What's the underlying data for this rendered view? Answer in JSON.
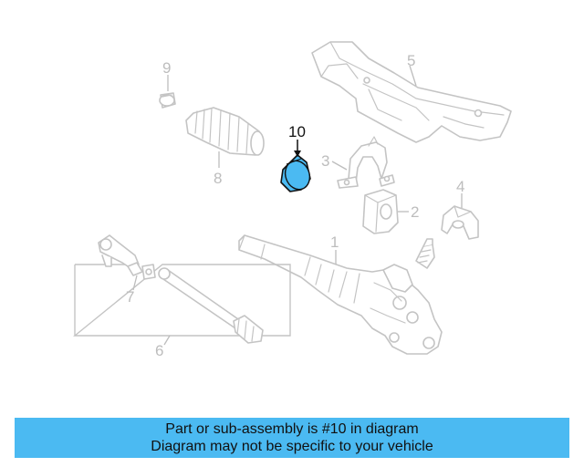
{
  "callouts": {
    "c1": "1",
    "c2": "2",
    "c3": "3",
    "c4": "4",
    "c5": "5",
    "c6": "6",
    "c7": "7",
    "c8": "8",
    "c9": "9",
    "c10": "10"
  },
  "highlight": {
    "part_number": "10",
    "color": "#4bbaf2"
  },
  "banner": {
    "line1": "Part or sub-assembly is #10 in diagram",
    "line2": "Diagram may not be specific to your vehicle",
    "background": "#4bbaf2"
  }
}
